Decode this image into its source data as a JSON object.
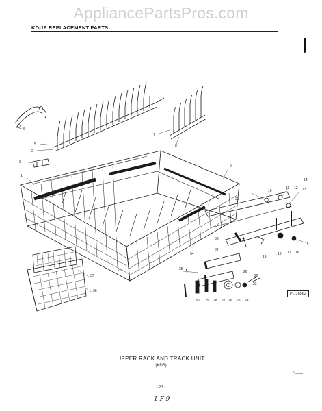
{
  "watermark": "AppliancePartsPros.com",
  "header": {
    "title": "KD-19 REPLACEMENT PARTS"
  },
  "caption": {
    "title": "UPPER RACK AND TRACK UNIT",
    "subtitle": "(KDS)"
  },
  "page_number": "- 23 -",
  "handwritten_note": "1-F-9",
  "reference_code": "PL-16562",
  "callouts": [
    "1",
    "2",
    "3",
    "4",
    "5",
    "6",
    "7",
    "8",
    "9",
    "10",
    "11",
    "12",
    "13",
    "14",
    "15",
    "16",
    "17",
    "18",
    "19",
    "20",
    "21",
    "22",
    "23",
    "24",
    "25",
    "26",
    "27",
    "28",
    "29",
    "30",
    "31",
    "32",
    "33",
    "34",
    "35",
    "36",
    "37"
  ]
}
